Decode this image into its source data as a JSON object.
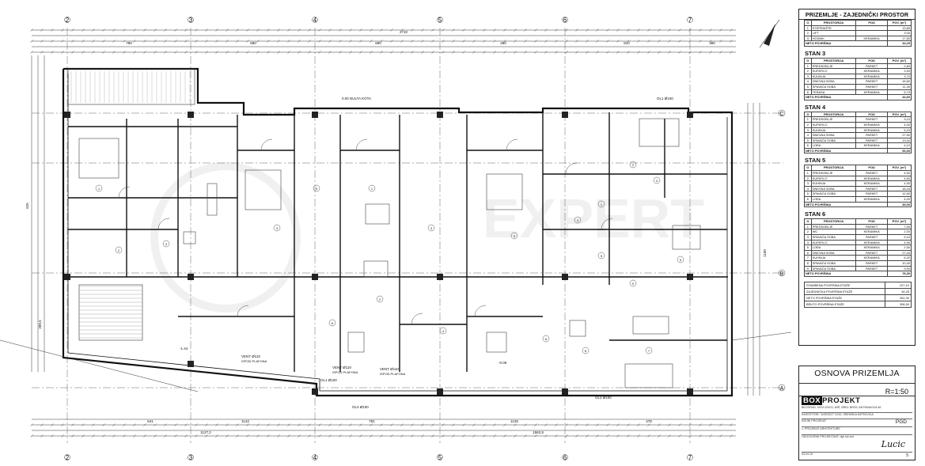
{
  "sheet": {
    "title": "OSNOVA PRIZEMLJA",
    "scale": "R=1:50",
    "firm": "BOXPROJEKT",
    "firm_prefix": "BOX",
    "firm_suffix": "PROJEKT",
    "firm_address": "BEOGRAD, NOVI ZIVOJ, MIŠ, BRD1 BRD9, ANTIMAKOVA 46",
    "investor": "INVESTITOR: \"UGRIČIĆ\" DOO, SREMSKA MITROVICA",
    "project_type": "IDEJNI PROJEKAT",
    "part": "1. PROJEKAT ARHITEKTURE",
    "designer": "ODGOVORNI PROJEKTANT: dipl.inž.arh.",
    "code": "PGD",
    "date": "03.04.15",
    "sheet_no": "5",
    "signature": "Lucic"
  },
  "legend": {
    "ground_title": "PRIZEMLJE - ZAJEDNIČKI PROSTOR",
    "col_no": "O",
    "col_room": "PROSTORIJA",
    "col_floor": "POD",
    "col_area": "POV. (m²)",
    "net_label": "NETO POVRŠINA",
    "common": {
      "rows": [
        {
          "n": "1",
          "room": "STEPENIŠTE",
          "floor": "",
          "area": "13,65"
        },
        {
          "n": "2",
          "room": "LIFT",
          "floor": "",
          "area": "3,00"
        },
        {
          "n": "3",
          "room": "HODNIK",
          "floor": "KERAMIKA",
          "area": "17,60"
        }
      ],
      "total": "34,25"
    },
    "units": [
      {
        "name": "STAN 3",
        "rows": [
          {
            "n": "1",
            "room": "PREDSOBLJE",
            "floor": "PARKET",
            "area": "2,80"
          },
          {
            "n": "2",
            "room": "KUPATILO",
            "floor": "KERAMIKA",
            "area": "3,90"
          },
          {
            "n": "3",
            "room": "KUHINJA",
            "floor": "KERAMIKA",
            "area": "3,70"
          },
          {
            "n": "4",
            "room": "DNEVNA SOBA",
            "floor": "PARKET",
            "area": "16,60"
          },
          {
            "n": "5",
            "room": "SPAVAĆA SOBA",
            "floor": "PARKET",
            "area": "11,30"
          },
          {
            "n": "6",
            "room": "TERASA",
            "floor": "KERAMIKA",
            "area": "6,70"
          }
        ],
        "total": "44,60"
      },
      {
        "name": "STAN 4",
        "rows": [
          {
            "n": "1",
            "room": "PREDSOBLJE",
            "floor": "PARKET",
            "area": "3,10"
          },
          {
            "n": "2",
            "room": "KUPATILO",
            "floor": "KERAMIKA",
            "area": "4,00"
          },
          {
            "n": "3",
            "room": "KUHINJA",
            "floor": "KERAMIKA",
            "area": "5,20"
          },
          {
            "n": "4",
            "room": "DNEVNA SOBA",
            "floor": "PARKET",
            "area": "27,60"
          },
          {
            "n": "5",
            "room": "SPAVAĆA SOBA",
            "floor": "PARKET",
            "area": "13,00"
          },
          {
            "n": "6",
            "room": "LOĐA",
            "floor": "KERAMIKA",
            "area": "4,10"
          }
        ],
        "total": "53,00"
      },
      {
        "name": "STAN 5",
        "rows": [
          {
            "n": "1",
            "room": "PREDSOBLJE",
            "floor": "PARKET",
            "area": "4,50"
          },
          {
            "n": "2",
            "room": "KUPATILO",
            "floor": "KERAMIKA",
            "area": "4,60"
          },
          {
            "n": "3",
            "room": "KUHINJA",
            "floor": "KERAMIKA",
            "area": "4,90"
          },
          {
            "n": "4",
            "room": "DNEVNA SOBA",
            "floor": "PARKET",
            "area": "18,43"
          },
          {
            "n": "5",
            "room": "SPAVAĆA SOBA",
            "floor": "PARKET",
            "area": "12,50"
          },
          {
            "n": "6",
            "room": "LOĐA",
            "floor": "KERAMIKA",
            "area": "4,00"
          }
        ],
        "total": "49,00"
      },
      {
        "name": "STAN 6",
        "rows": [
          {
            "n": "1",
            "room": "PREDSOBLJE",
            "floor": "PARKET",
            "area": "7,90"
          },
          {
            "n": "2",
            "room": "WC",
            "floor": "KERAMIKA",
            "area": "2,00"
          },
          {
            "n": "3",
            "room": "SPAVAĆA SOBA",
            "floor": "PARKET",
            "area": "9,10"
          },
          {
            "n": "4",
            "room": "KUPATILO",
            "floor": "KERAMIKA",
            "area": "4,90"
          },
          {
            "n": "5",
            "room": "LOĐA",
            "floor": "KERAMIKA",
            "area": "2,50"
          },
          {
            "n": "6",
            "room": "DNEVNA SOBA",
            "floor": "PARKET",
            "area": "27,40"
          },
          {
            "n": "7",
            "room": "KUHINJA",
            "floor": "KERAMIKA",
            "area": "6,20"
          },
          {
            "n": "8",
            "room": "SPAVAĆA SOBA",
            "floor": "PARKET",
            "area": "10,40"
          },
          {
            "n": "9",
            "room": "SPAVAĆA SOBA",
            "floor": "PARKET",
            "area": "9,90"
          }
        ],
        "total": "78,30"
      }
    ],
    "summary": [
      {
        "label": "STAMBENA POVRŠINA ETAŽE",
        "value": "227,10"
      },
      {
        "label": "ZAJEDNIČKA POVRŠINA ETAŽE",
        "value": "34,25"
      },
      {
        "label": "NETO POVRŠINA ETAŽE",
        "value": "261,30"
      },
      {
        "label": "BRUTO POVRŠINA ETAŽE",
        "value": "306,90"
      }
    ]
  },
  "plan": {
    "axes_top": [
      "2",
      "3",
      "4",
      "5",
      "6",
      "7"
    ],
    "axes_side": [
      "C",
      "B",
      "A"
    ],
    "dim_total": "2710",
    "dim_bottom_total": "1562,8",
    "dim_bottom_left": "1127,2",
    "dims_top": [
      "780",
      "580",
      "690",
      "460",
      "810",
      "380"
    ],
    "dims_bottom": [
      "641",
      "1142",
      "781",
      "1126",
      "478"
    ],
    "dim_right": "1160",
    "dim_left": "625",
    "dim_left_bottom": "289,5",
    "labels": {
      "kota": "0.00 NULTA KOTA",
      "vent1": "VENT Ø110",
      "vent1_sub": "ISPOD PLAFONA",
      "vent2": "VENT Ø110",
      "vent2_sub": "ISPOD PLAFONA",
      "vent3": "VENT Ø110",
      "vent3_sub": "ISPOD PLAFONA",
      "ol1": "OL1 Ø100",
      "ol2": "OL2 Ø100",
      "ol3": "OL3 Ø100",
      "ol4": "OL1 Ø100",
      "level": "-1.44",
      "level2": "-0.06"
    },
    "room_numbers": [
      "1",
      "2",
      "3",
      "4",
      "5",
      "6",
      "1",
      "2",
      "3",
      "4",
      "5",
      "6",
      "1",
      "2",
      "3",
      "4",
      "5",
      "6",
      "7",
      "8",
      "9"
    ],
    "watermark": "EXPERT"
  }
}
